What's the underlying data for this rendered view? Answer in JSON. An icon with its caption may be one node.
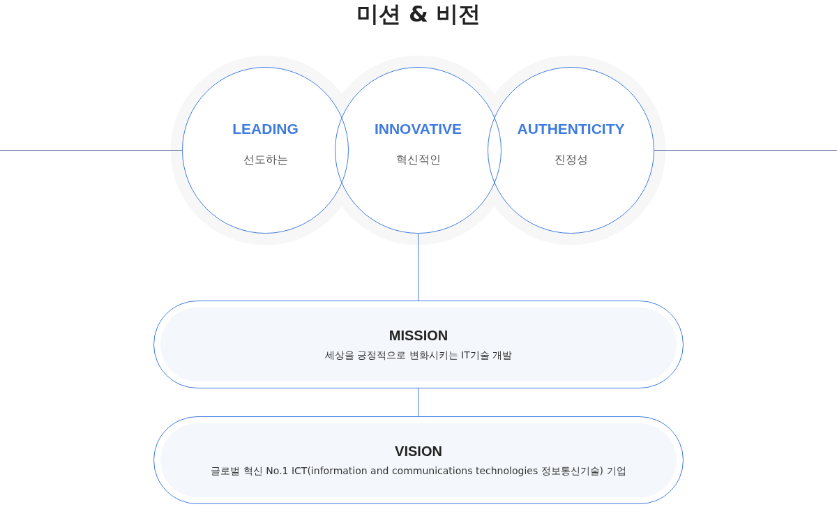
{
  "diagram": {
    "title": "미션 & 비전",
    "nodes": [
      {
        "text": [
          "LEADING",
          "선도하는"
        ]
      },
      {
        "text": [
          "INNOVATIVE",
          "혁신적인"
        ]
      },
      {
        "text": [
          "AUTHENTICITY",
          "진정성"
        ]
      },
      {
        "text": [
          "MISSION",
          "세상을 긍정적으로 변화시키는 IT기술 개발"
        ]
      },
      {
        "text": [
          "VISION",
          "글로벌 혁신 No.1 ICT(information and communications technologies 정보통신기술) 기업"
        ]
      }
    ],
    "edges": [
      {
        "from": null,
        "to": 0,
        "arrow": "none"
      },
      {
        "from": 2,
        "to": null,
        "arrow": "none"
      },
      {
        "from": 1,
        "to": 3,
        "arrow": "none"
      },
      {
        "from": 3,
        "to": 4,
        "arrow": "none"
      }
    ]
  }
}
